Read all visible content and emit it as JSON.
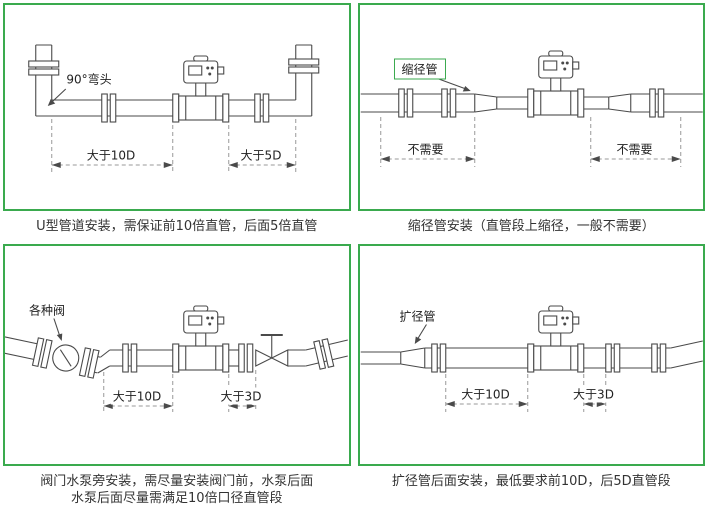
{
  "colors": {
    "panel_border": "#3aaa4e",
    "diagram_line": "#4a4a4a",
    "dim_line": "#999999",
    "text": "#333333"
  },
  "panels": [
    {
      "name": "u-pipe",
      "labels": {
        "tag": "90°弯头",
        "dim1": "大于10D",
        "dim2": "大于5D"
      },
      "caption": "U型管道安装，需保证前10倍直管，后面5倍直管"
    },
    {
      "name": "reducer",
      "labels": {
        "tag": "缩径管",
        "dim1": "不需要",
        "dim2": "不需要"
      },
      "caption": "缩径管安装（直管段上缩径，一般不需要）"
    },
    {
      "name": "valves",
      "labels": {
        "tag": "各种阀",
        "dim1": "大于10D",
        "dim2": "大于3D"
      },
      "caption": "阀门水泵旁安装，需尽量安装阀门前，水泵后面\n水泵后面尽量需满足10倍口径直管段"
    },
    {
      "name": "expander",
      "labels": {
        "tag": "扩径管",
        "dim1": "大于10D",
        "dim2": "大于3D"
      },
      "caption": "扩径管后面安装，最低要求前10D，后5D直管段"
    }
  ]
}
